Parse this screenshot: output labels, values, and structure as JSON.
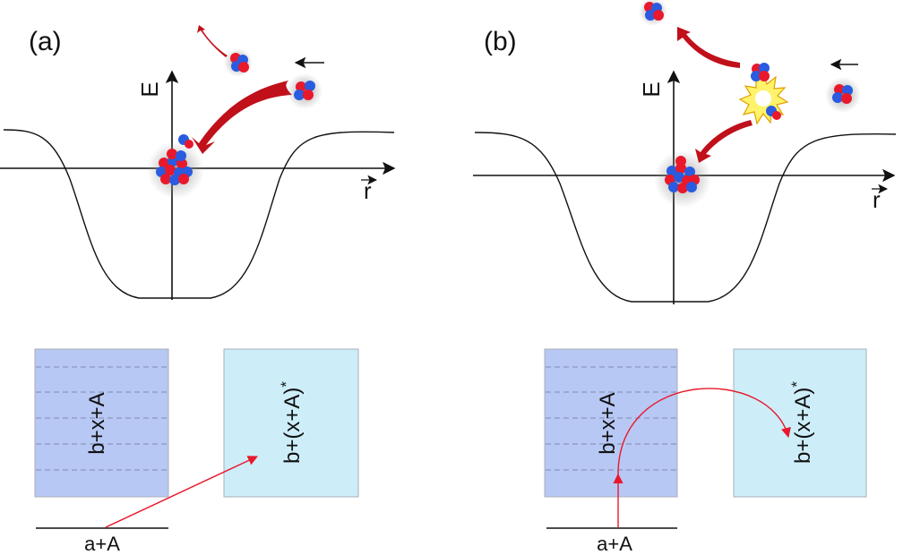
{
  "panels": [
    {
      "label": "(a)",
      "axis_e_label": "E",
      "axis_r_label": "r",
      "lower_box_label": "b+x+A",
      "upper_box_label": "b+(x+A)",
      "upper_box_superscript": "*",
      "entrance_level_label": "a+A"
    },
    {
      "label": "(b)",
      "axis_e_label": "E",
      "axis_r_label": "r",
      "lower_box_label": "b+x+A",
      "upper_box_label": "b+(x+A)",
      "upper_box_superscript": "*",
      "entrance_level_label": "a+A"
    }
  ],
  "colors": {
    "proton": "#e8192c",
    "neutron": "#2a5be0",
    "arrow": "#c0101a",
    "lower_box_fill": "#b8c8f4",
    "upper_box_fill": "#cdeef9",
    "box_border": "#a9aeb8",
    "spark": "#fff36b"
  }
}
